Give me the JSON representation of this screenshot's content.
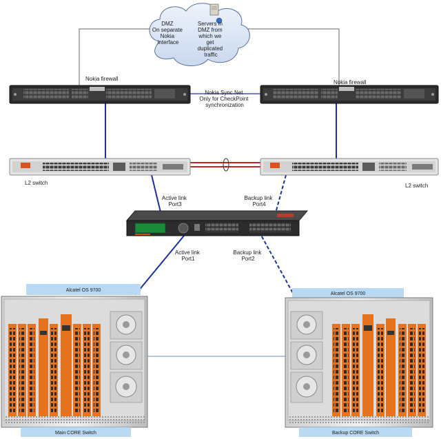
{
  "labels": {
    "cloud_dmz": [
      "DMZ",
      "On separate",
      "Nokia",
      "interface"
    ],
    "cloud_servers": [
      "Servers in",
      "DMZ from",
      "which we",
      "get",
      "duplicated",
      "traffic"
    ],
    "fw_left": "Nokia firewall",
    "fw_right": "Nokia firewall",
    "sync": [
      "Nokia Sync Net",
      "Only for CheckPoint",
      "synchronization"
    ],
    "l2_left": "L2 switch",
    "l2_right": "L2 switch",
    "active_port3": [
      "Active link",
      "Port3"
    ],
    "backup_port4": [
      "Backup link",
      "Port4"
    ],
    "active_port1": [
      "Active link",
      "Port1"
    ],
    "backup_port2": [
      "Backup link",
      "Port2"
    ],
    "core_left_top": "Alcatel OS 9700",
    "core_right_top": "Alcatel OS 9700",
    "core_left_bottom": "Main CORE Switch",
    "core_right_bottom": "Backup CORE Switch"
  },
  "colors": {
    "link_blue": "#1c2fa0",
    "sync_red": "#c8201e",
    "banner_blue": "#b9d9f2",
    "card_orange": "#e8731e",
    "cloud_fill": "#dde7f7"
  }
}
